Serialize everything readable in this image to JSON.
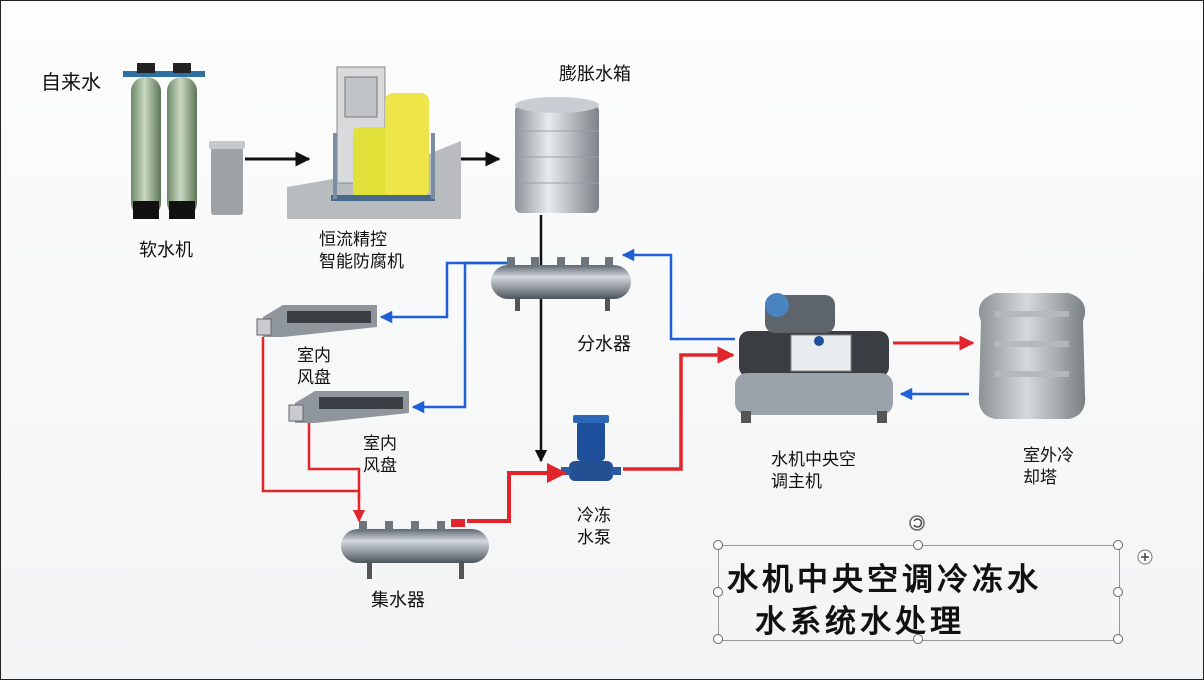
{
  "labels": {
    "tap_water": "自来水",
    "softener": "软水机",
    "dosing_line1": "恒流精控",
    "dosing_line2": "智能防腐机",
    "expansion_tank": "膨胀水箱",
    "distributor": "分水器",
    "fan_coil_1_line1": "室内",
    "fan_coil_1_line2": "风盘",
    "fan_coil_2_line1": "室内",
    "fan_coil_2_line2": "风盘",
    "pump_line1": "冷冻",
    "pump_line2": "水泵",
    "chiller_line1": "水机中央空",
    "chiller_line2": "调主机",
    "tower_line1": "室外冷",
    "tower_line2": "却塔",
    "collector": "集水器"
  },
  "title": {
    "line1": "水机中央空调冷冻水",
    "line2": "水系统水处理"
  },
  "colors": {
    "supply_line": "#1f5fd8",
    "return_line": "#e0262b",
    "fill_line": "#111111"
  }
}
